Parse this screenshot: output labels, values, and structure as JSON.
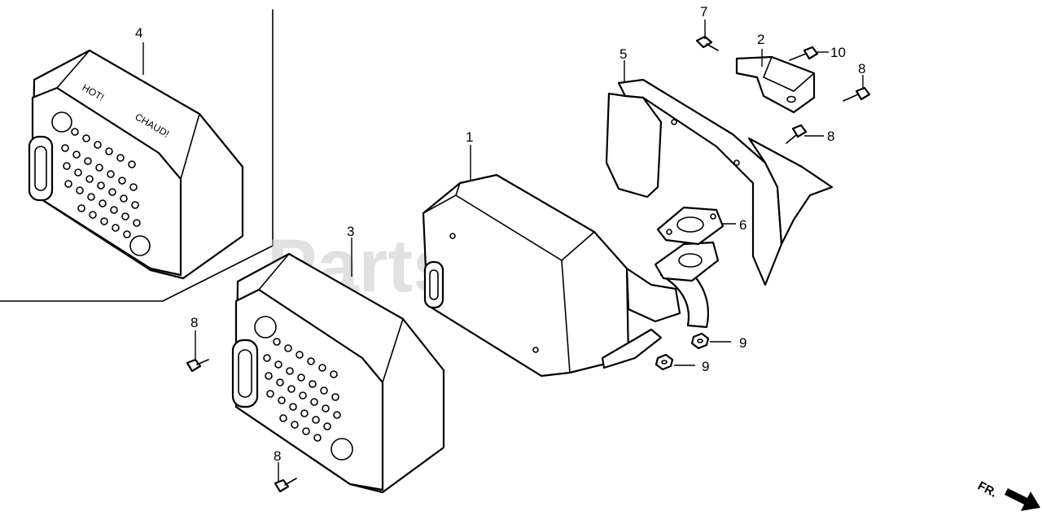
{
  "watermark": "PartsTree",
  "guard_stamp": {
    "hot": "HOT!",
    "chaud": "CHAUD!"
  },
  "direction_label": "FR.",
  "callouts": [
    {
      "id": "1"
    },
    {
      "id": "2"
    },
    {
      "id": "3"
    },
    {
      "id": "4"
    },
    {
      "id": "5"
    },
    {
      "id": "6"
    },
    {
      "id": "7"
    },
    {
      "id": "8"
    },
    {
      "id": "9"
    },
    {
      "id": "10"
    }
  ]
}
